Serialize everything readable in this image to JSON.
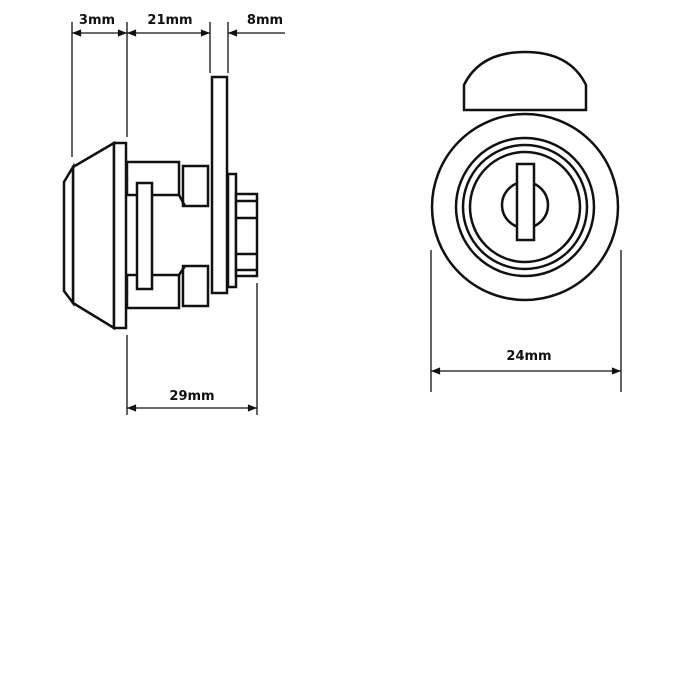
{
  "dimensions": {
    "front_bezel_depth": "3mm",
    "body_length": "21mm",
    "thread_length": "8mm",
    "overall_length": "29mm",
    "face_diameter": "24mm"
  },
  "colors": {
    "line": "#111111",
    "background": "#ffffff"
  }
}
